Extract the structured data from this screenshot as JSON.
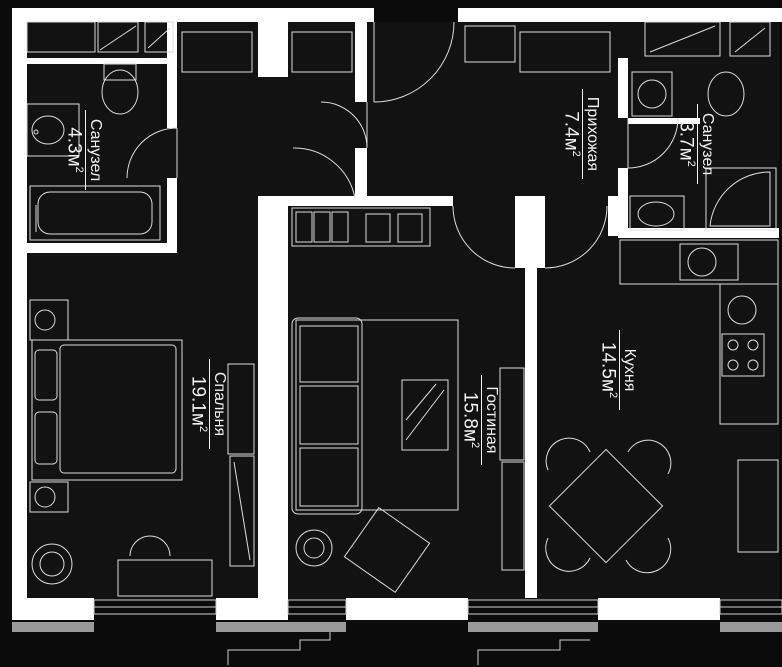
{
  "plan": {
    "rooms": [
      {
        "id": "bathroom-1",
        "name": "Санузел",
        "area": "4.3",
        "unit": "м",
        "sup": "2"
      },
      {
        "id": "hallway",
        "name": "Прихожая",
        "area": "7.4",
        "unit": "м",
        "sup": "2"
      },
      {
        "id": "bathroom-2",
        "name": "Санузел",
        "area": "3.7",
        "unit": "м",
        "sup": "2"
      },
      {
        "id": "bedroom",
        "name": "Спальня",
        "area": "19.1",
        "unit": "м",
        "sup": "2"
      },
      {
        "id": "living-room",
        "name": "Гостиная",
        "area": "15.8",
        "unit": "м",
        "sup": "2"
      },
      {
        "id": "kitchen",
        "name": "Кухня",
        "area": "14.5",
        "unit": "м",
        "sup": "2"
      }
    ],
    "colors": {
      "background": "#0b0b0b",
      "floor": "#121212",
      "wall": "#ffffff",
      "line": "#dcdcdc"
    }
  }
}
